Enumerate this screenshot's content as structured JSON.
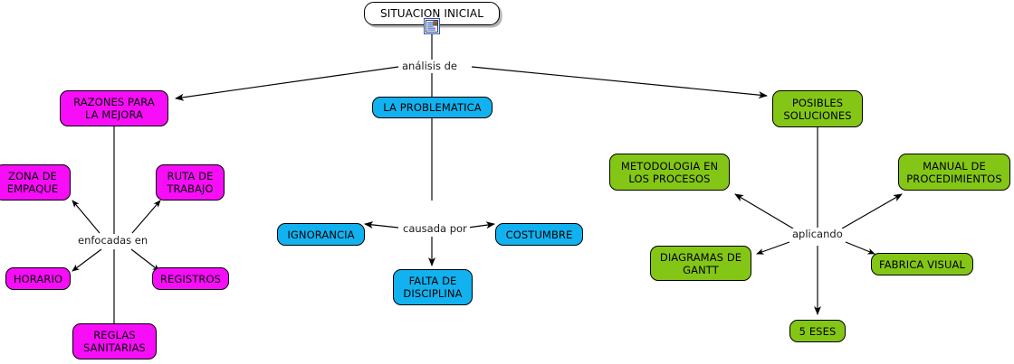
{
  "diagram": {
    "title": "SITUACION INICIAL",
    "type": "concept-map",
    "background": "#ffffff",
    "colors": {
      "magenta": "#f70df7",
      "cyan": "#11b2ef",
      "green": "#84c616",
      "root": "#ffffff",
      "stroke": "#000000",
      "text": "#000000"
    },
    "root": {
      "label": "SITUACION INICIAL",
      "icon": "document-icon"
    },
    "link_labels": [
      {
        "id": "analisis",
        "text": "análisis de"
      },
      {
        "id": "enfocadas",
        "text": "enfocadas en"
      },
      {
        "id": "causada",
        "text": "causada por"
      },
      {
        "id": "aplicando",
        "text": "aplicando"
      }
    ],
    "nodes": [
      {
        "id": "razones",
        "label": "RAZONES PARA\nLA MEJORA",
        "color": "magenta"
      },
      {
        "id": "problematica",
        "label": "LA PROBLEMATICA",
        "color": "cyan"
      },
      {
        "id": "soluciones",
        "label": "POSIBLES\nSOLUCIONES",
        "color": "green"
      },
      {
        "id": "zona",
        "label": "ZONA DE\nEMPAQUE",
        "color": "magenta"
      },
      {
        "id": "ruta",
        "label": "RUTA DE\nTRABAJO",
        "color": "magenta"
      },
      {
        "id": "horario",
        "label": "HORARIO",
        "color": "magenta"
      },
      {
        "id": "registros",
        "label": "REGISTROS",
        "color": "magenta"
      },
      {
        "id": "reglas",
        "label": "REGLAS\nSANITARIAS",
        "color": "magenta"
      },
      {
        "id": "ignorancia",
        "label": "IGNORANCIA",
        "color": "cyan"
      },
      {
        "id": "costumbre",
        "label": "COSTUMBRE",
        "color": "cyan"
      },
      {
        "id": "falta",
        "label": "FALTA DE\nDISCIPLINA",
        "color": "cyan"
      },
      {
        "id": "metodologia",
        "label": "METODOLOGIA EN\nLOS PROCESOS",
        "color": "green"
      },
      {
        "id": "manual",
        "label": "MANUAL DE\nPROCEDIMIENTOS",
        "color": "green"
      },
      {
        "id": "gantt",
        "label": "DIAGRAMAS DE\nGANTT",
        "color": "green"
      },
      {
        "id": "fabrica",
        "label": "FABRICA VISUAL",
        "color": "green"
      },
      {
        "id": "eses",
        "label": "5 ESES",
        "color": "green"
      }
    ],
    "edges": [
      {
        "from": "root",
        "to": "analisis",
        "arrow": false
      },
      {
        "from": "analisis",
        "to": "razones",
        "arrow": true
      },
      {
        "from": "analisis",
        "to": "problematica",
        "arrow": false
      },
      {
        "from": "analisis",
        "to": "soluciones",
        "arrow": true
      },
      {
        "from": "razones",
        "to": "enfocadas",
        "arrow": false
      },
      {
        "from": "enfocadas",
        "to": "zona",
        "arrow": true
      },
      {
        "from": "enfocadas",
        "to": "ruta",
        "arrow": true
      },
      {
        "from": "enfocadas",
        "to": "horario",
        "arrow": true
      },
      {
        "from": "enfocadas",
        "to": "registros",
        "arrow": true
      },
      {
        "from": "enfocadas",
        "to": "reglas",
        "arrow": false
      },
      {
        "from": "problematica",
        "to": "causada",
        "arrow": false
      },
      {
        "from": "causada",
        "to": "ignorancia",
        "arrow": true
      },
      {
        "from": "causada",
        "to": "costumbre",
        "arrow": true
      },
      {
        "from": "causada",
        "to": "falta",
        "arrow": true
      },
      {
        "from": "soluciones",
        "to": "aplicando",
        "arrow": false
      },
      {
        "from": "aplicando",
        "to": "metodologia",
        "arrow": true
      },
      {
        "from": "aplicando",
        "to": "manual",
        "arrow": true
      },
      {
        "from": "aplicando",
        "to": "gantt",
        "arrow": true
      },
      {
        "from": "aplicando",
        "to": "fabrica",
        "arrow": true
      },
      {
        "from": "aplicando",
        "to": "eses",
        "arrow": true
      }
    ]
  }
}
